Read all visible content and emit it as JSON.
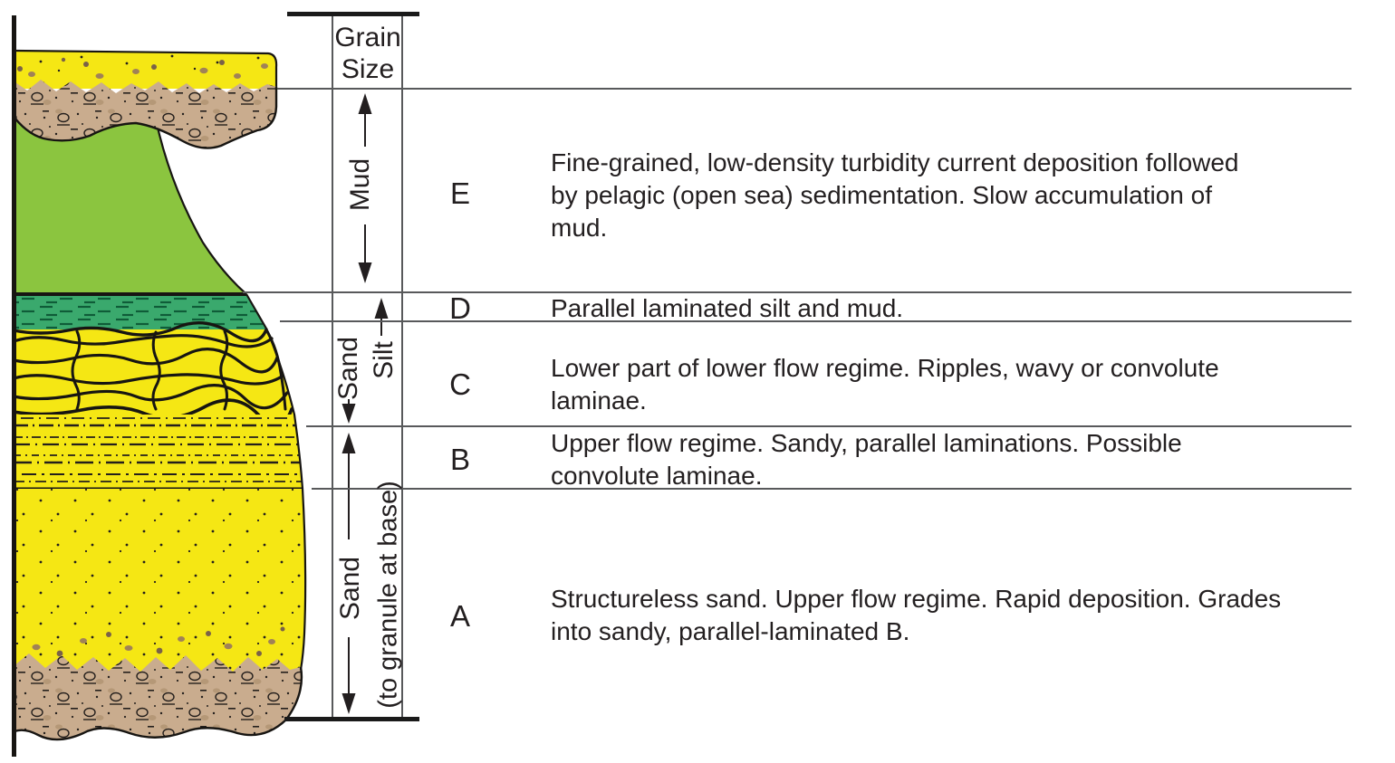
{
  "header": {
    "grain_size_label": "Grain Size"
  },
  "grain_axis": {
    "mud_label": "Mud",
    "silt_label": "Silt",
    "sand_c_label": "Sand",
    "sand_ab_label": "Sand",
    "sand_ab_sublabel": "(to granule at base)"
  },
  "divisions": [
    {
      "letter": "E",
      "description": "Fine-grained, low-density turbidity current deposition followed by pelagic (open sea) sedimentation. Slow accumulation of mud."
    },
    {
      "letter": "D",
      "description": "Parallel laminated silt and mud."
    },
    {
      "letter": "C",
      "description": "Lower part of lower flow regime. Ripples, wavy or convolute laminae."
    },
    {
      "letter": "B",
      "description": "Upper flow regime. Sandy, parallel laminations. Possible convolute laminae."
    },
    {
      "letter": "A",
      "description": "Structureless sand. Upper flow regime. Rapid deposition. Grades into sandy, parallel-laminated B."
    }
  ],
  "lithology_column": {
    "units_top_to_bottom": [
      "sand-and-conglomerate-cap",
      "mud-green",
      "laminated-silt-teal",
      "rippled-convolute-sand",
      "parallel-laminated-sand",
      "structureless-sand",
      "conglomerate-base"
    ]
  },
  "colors": {
    "sand_yellow": "#f5e714",
    "conglomerate_tan": "#c9ac8e",
    "mud_green": "#8bc53f",
    "silt_teal": "#3aa96d",
    "teal_dash": "#0f5c38",
    "line_gray": "#58595b",
    "ink_black": "#231f20"
  }
}
